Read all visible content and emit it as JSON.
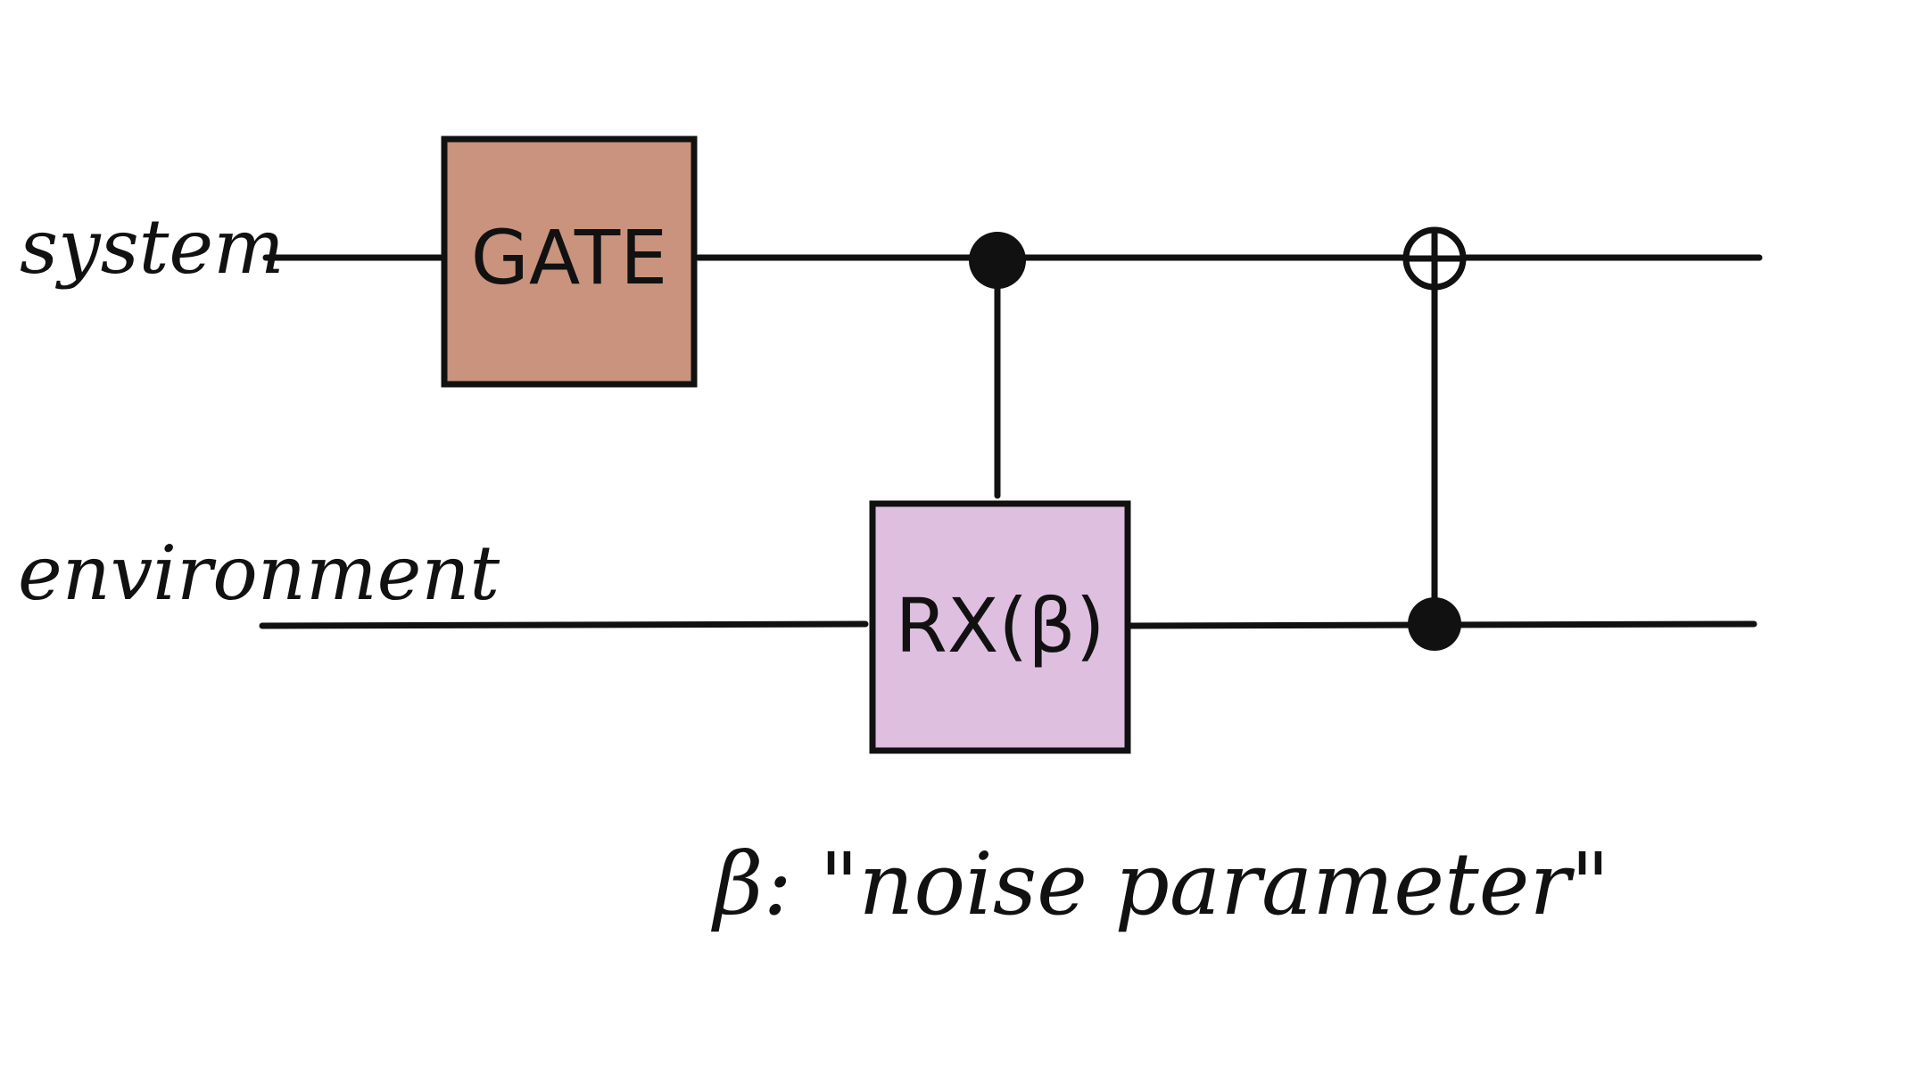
{
  "diagram": {
    "qubits": [
      {
        "label": "system"
      },
      {
        "label": "environment"
      }
    ],
    "gates": [
      {
        "label": "GATE",
        "fill": "#C9937D"
      },
      {
        "label": "RX(β)",
        "fill": "#DEBFE0"
      }
    ],
    "note": "β: \"noise parameter\"",
    "colors": {
      "line": "#111111",
      "background": "#ffffff"
    }
  }
}
